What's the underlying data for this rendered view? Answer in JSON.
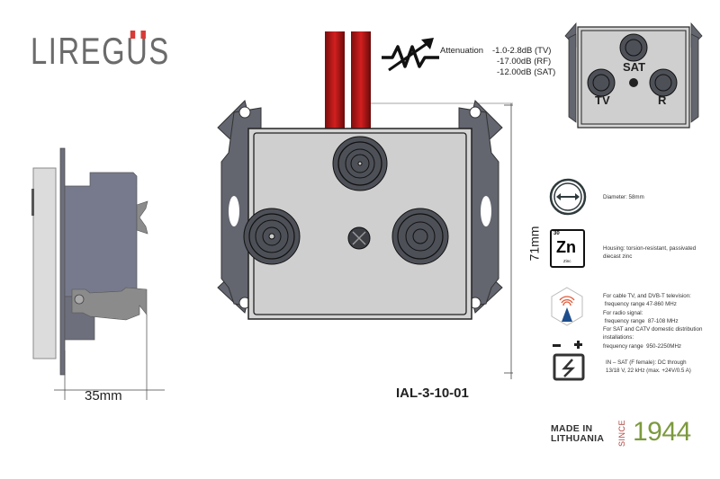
{
  "brand": {
    "logo_text_left": "LIREG",
    "logo_u": "U",
    "logo_text_right": "S",
    "logo_color": "#6b6b6b",
    "logo_accent": "#d93a36"
  },
  "product": {
    "model": "IAL-3-10-01",
    "dimension_width": "35mm",
    "dimension_height": "71mm"
  },
  "attenuation": {
    "icon": "variable-resistor-icon",
    "label": "Attenuation",
    "values": [
      "-1.0-2.8dB (TV)",
      "-17.00dB (RF)",
      "-12.00dB (SAT)"
    ]
  },
  "preview": {
    "port_labels": {
      "sat": "SAT",
      "tv": "TV",
      "r": "R"
    }
  },
  "specs": [
    {
      "icon": "diameter-icon",
      "lines": [
        "Diameter: 58mm"
      ]
    },
    {
      "icon": "zinc-element-icon",
      "element": {
        "number": "30",
        "symbol": "Zn",
        "name": "Zinc"
      },
      "lines": [
        "Housing: torsion-resistant, passivated",
        "diecast zinc"
      ]
    },
    {
      "icon": "antenna-signal-icon",
      "lines": [
        "For cable TV, and DVB-T television:",
        " frequency range 47-860 MHz",
        "For radio signal:",
        " frequency range  87-108 MHz",
        "For SAT and CATV domestic distribution",
        "installations:",
        "frequency range  950-2250MHz"
      ]
    },
    {
      "icon": "battery-dc-icon",
      "battery_signs": {
        "minus": "–",
        "plus": "+"
      },
      "lines": [
        "IN – SAT (F female): DC through",
        "13/18 V, 22 kHz (max. +24V/0.5 A)"
      ]
    }
  ],
  "footer": {
    "made_in_line1": "MADE IN",
    "made_in_line2": "LITHUANIA",
    "since": "SINCE",
    "year": "1944",
    "year_color": "#7c9a3e",
    "since_color": "#b24640"
  }
}
